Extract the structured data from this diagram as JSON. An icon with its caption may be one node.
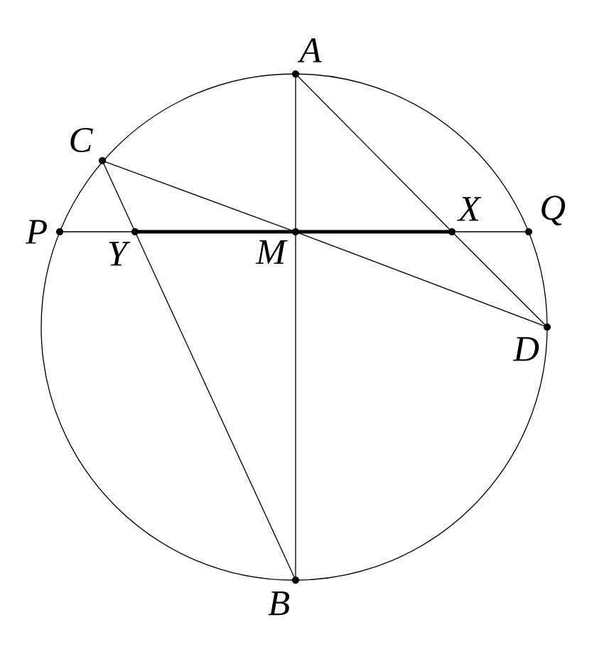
{
  "diagram": {
    "nodes": [
      {
        "text": [
          "A"
        ]
      },
      {
        "text": [
          "C"
        ]
      },
      {
        "text": [
          "P"
        ]
      },
      {
        "text": [
          "Y"
        ]
      },
      {
        "text": [
          "M"
        ]
      },
      {
        "text": [
          "X"
        ]
      },
      {
        "text": [
          "Q"
        ]
      },
      {
        "text": [
          "D"
        ]
      },
      {
        "text": [
          "B"
        ]
      }
    ],
    "edges": [
      {
        "from": 0,
        "to": 4,
        "arrow": "none"
      },
      {
        "from": 4,
        "to": 8,
        "arrow": "none"
      },
      {
        "from": 2,
        "to": 3,
        "arrow": "none"
      },
      {
        "from": 3,
        "to": 4,
        "arrow": "none",
        "style": "thick"
      },
      {
        "from": 4,
        "to": 5,
        "arrow": "none",
        "style": "thick"
      },
      {
        "from": 5,
        "to": 6,
        "arrow": "none"
      },
      {
        "from": 1,
        "to": 4,
        "arrow": "none"
      },
      {
        "from": 4,
        "to": 7,
        "arrow": "none"
      },
      {
        "from": 1,
        "to": 3,
        "arrow": "none"
      },
      {
        "from": 3,
        "to": 8,
        "arrow": "none"
      },
      {
        "from": 0,
        "to": 5,
        "arrow": "none"
      },
      {
        "from": 5,
        "to": 7,
        "arrow": "none"
      }
    ]
  }
}
